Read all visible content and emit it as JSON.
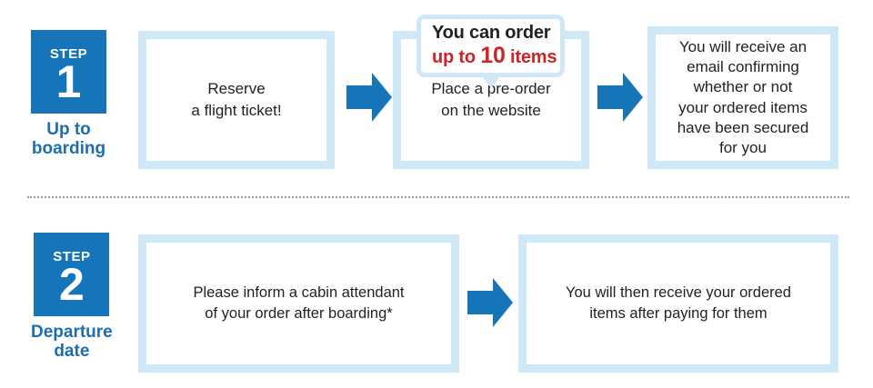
{
  "colors": {
    "badge_blue": "#1575b8",
    "caption_blue": "#1c6eae",
    "box_border_blue": "#cfe8f8",
    "arrow_blue": "#1575b8",
    "accent_red": "#cc2229",
    "body_text": "#231f20",
    "divider_gray": "#9a9a9a"
  },
  "steps": [
    {
      "badge_word": "STEP",
      "badge_number": "1",
      "caption": "Up to\nboarding",
      "caption_line1": "Up to",
      "caption_line2": "boarding",
      "boxes": [
        {
          "text": "Reserve\na flight ticket!",
          "line1": "Reserve",
          "line2": "a flight ticket!"
        },
        {
          "text": "Place a pre-order\non the website",
          "line1": "Place a pre-order",
          "line2": "on the website"
        },
        {
          "text": "You will receive an email confirming whether or not your ordered items have been secured for you",
          "line1": "You will receive an",
          "line2": "email confirming",
          "line3": "whether or not",
          "line4": "your ordered items",
          "line5": "have been secured",
          "line6": "for you"
        }
      ],
      "callout": {
        "line1": "You can order",
        "line2_prefix": "up to ",
        "line2_number": "10",
        "line2_suffix": " items"
      }
    },
    {
      "badge_word": "STEP",
      "badge_number": "2",
      "caption": "Departure\ndate",
      "caption_line1": "Departure",
      "caption_line2": "date",
      "boxes": [
        {
          "text": "Please inform a cabin attendant of your order after boarding*",
          "line1": "Please inform a cabin attendant",
          "line2": "of your order after boarding*"
        },
        {
          "text": "You will then receive your ordered items after paying for them",
          "line1": "You will then receive your ordered",
          "line2": "items after paying for them"
        }
      ]
    }
  ],
  "arrows": {
    "label": "next-step-arrow",
    "count": 3
  },
  "divider": {
    "style": "dotted"
  }
}
